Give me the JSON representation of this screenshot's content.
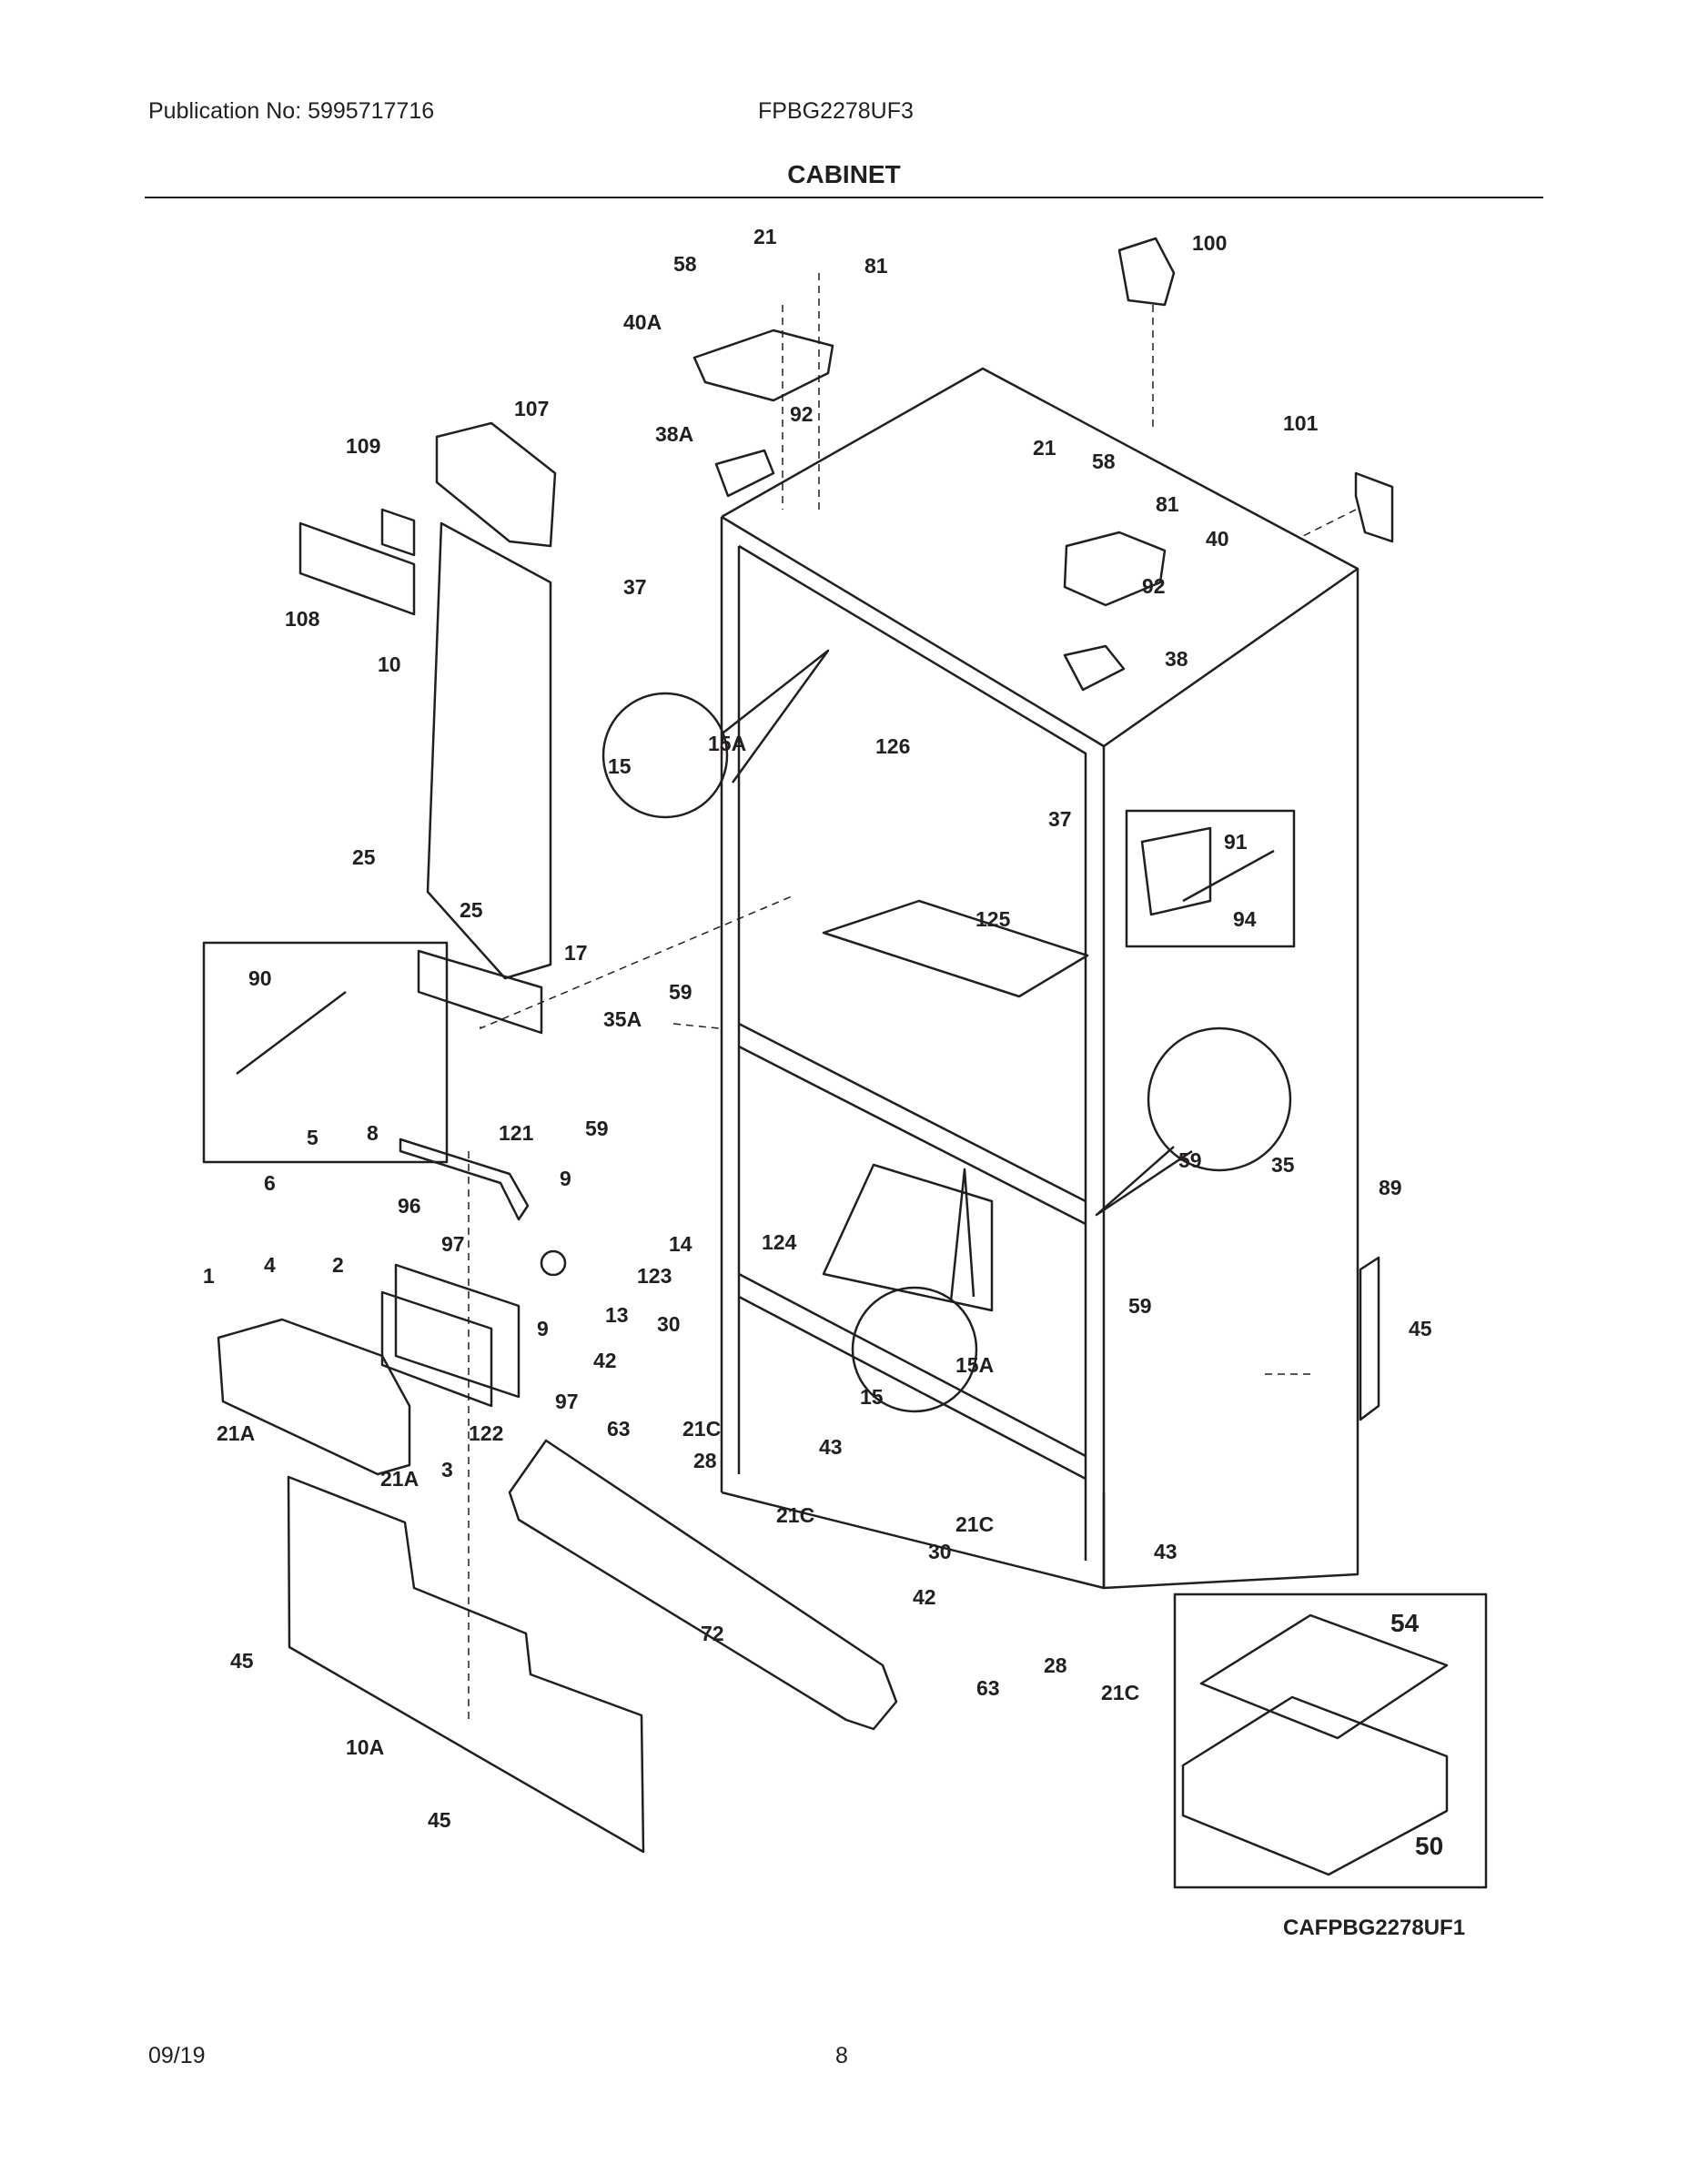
{
  "header": {
    "publication": "Publication No: 5995717716",
    "model": "FPBG2278UF3",
    "section_title": "CABINET"
  },
  "diagram": {
    "drawing_code": "CAFPBG2278UF1",
    "callouts": [
      "21",
      "58",
      "81",
      "100",
      "40A",
      "92",
      "38A",
      "107",
      "109",
      "101",
      "21",
      "58",
      "81",
      "40",
      "92",
      "38",
      "37",
      "108",
      "10",
      "15",
      "15A",
      "126",
      "37",
      "91",
      "94",
      "25",
      "25",
      "17",
      "125",
      "90",
      "59",
      "35A",
      "59",
      "59",
      "35",
      "5",
      "8",
      "121",
      "6",
      "9",
      "96",
      "97",
      "14",
      "89",
      "4",
      "2",
      "1",
      "123",
      "13",
      "124",
      "59",
      "9",
      "30",
      "45",
      "97",
      "42",
      "21C",
      "15",
      "15A",
      "63",
      "28",
      "43",
      "122",
      "21A",
      "21A",
      "3",
      "21C",
      "21C",
      "30",
      "43",
      "42",
      "45",
      "72",
      "28",
      "63",
      "21C",
      "54",
      "10A",
      "50",
      "45"
    ]
  },
  "footer": {
    "date": "09/19",
    "page_number": "8"
  }
}
